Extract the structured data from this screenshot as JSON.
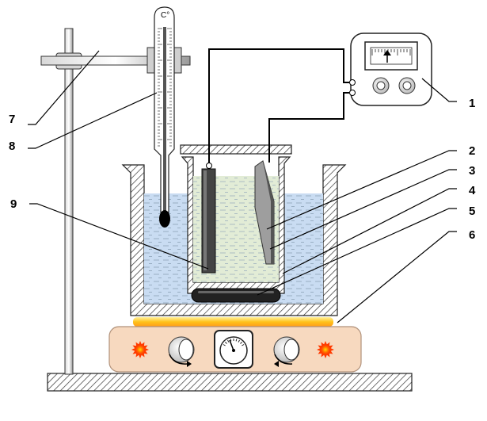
{
  "labels": {
    "l1": "1",
    "l2": "2",
    "l3": "3",
    "l4": "4",
    "l5": "5",
    "l6": "6",
    "l7": "7",
    "l8": "8",
    "l9": "9"
  },
  "thermometer": {
    "unit": "C°"
  },
  "colors": {
    "water": "#c9dcf2",
    "electrolyte": "#e2ecd6",
    "hotplate_body": "#f7d9bf",
    "heating_strip": "#ffc21a",
    "indicator_light": "#ff3b00",
    "base_hatch": "#555555"
  }
}
